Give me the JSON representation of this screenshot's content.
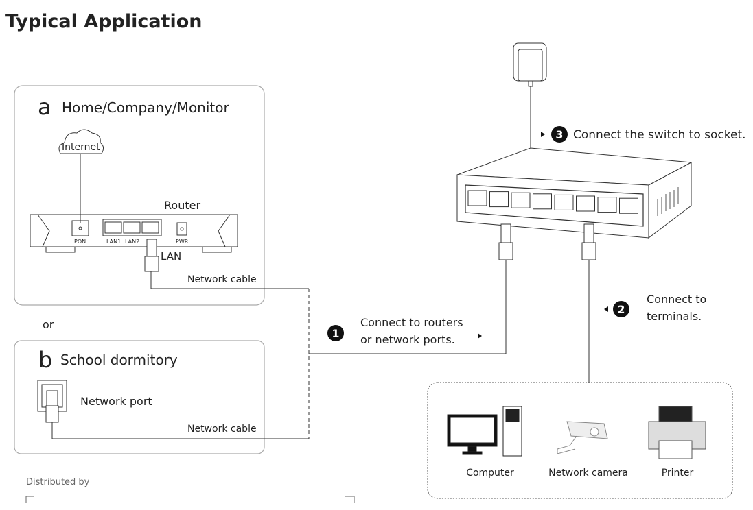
{
  "title": "Typical Application",
  "section_a": {
    "letter": "a",
    "label": "Home/Company/Monitor",
    "internet": "Internet",
    "router": "Router",
    "ports": [
      "PON",
      "LAN1",
      "LAN2",
      "PWR"
    ],
    "lan": "LAN",
    "cable": "Network cable"
  },
  "or": "or",
  "section_b": {
    "letter": "b",
    "label": "School dormitory",
    "port": "Network port",
    "cable": "Network cable"
  },
  "steps": [
    {
      "num": "1",
      "lines": [
        "Connect to routers",
        "or network ports."
      ]
    },
    {
      "num": "2",
      "lines": [
        "Connect to",
        "terminals."
      ]
    },
    {
      "num": "3",
      "lines": [
        "Connect the switch to socket."
      ]
    }
  ],
  "terminals": [
    "Computer",
    "Network camera",
    "Printer"
  ],
  "footer": "Distributed by"
}
